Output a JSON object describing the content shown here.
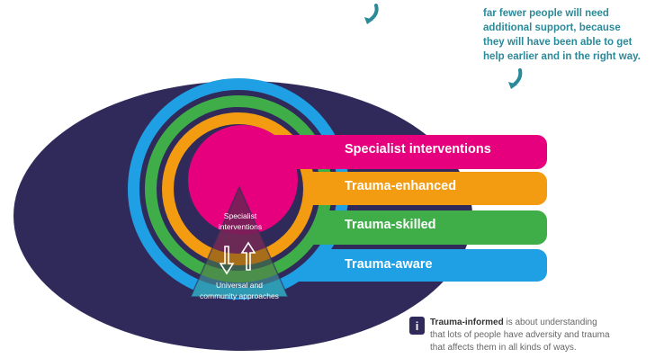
{
  "top_note": {
    "lines": [
      "far fewer people will need",
      "additional support, because",
      "they will have been able to get",
      "help earlier and in the right way."
    ]
  },
  "oval_title": "Trauma-informed",
  "bands": {
    "specialist": "Specialist interventions",
    "enhanced": "Trauma-enhanced",
    "skilled": "Trauma-skilled",
    "aware": "Trauma-aware"
  },
  "triangle": {
    "top_lines": [
      "Specialist",
      "interventions"
    ],
    "bottom_lines": [
      "Universal and",
      "community approaches"
    ]
  },
  "info": {
    "icon": "info-icon",
    "bold": "Trauma-informed",
    "lines": [
      " is about understanding",
      "that lots of people have adversity and trauma",
      "that affects them in all kinds of ways."
    ]
  },
  "colors": {
    "navy": "#302a5a",
    "blue": "#1f9fe4",
    "green": "#3fae49",
    "orange": "#f39c12",
    "magenta": "#e6007e",
    "teal": "#2b8a9a",
    "info_text": "#666666",
    "info_bold": "#333333"
  }
}
